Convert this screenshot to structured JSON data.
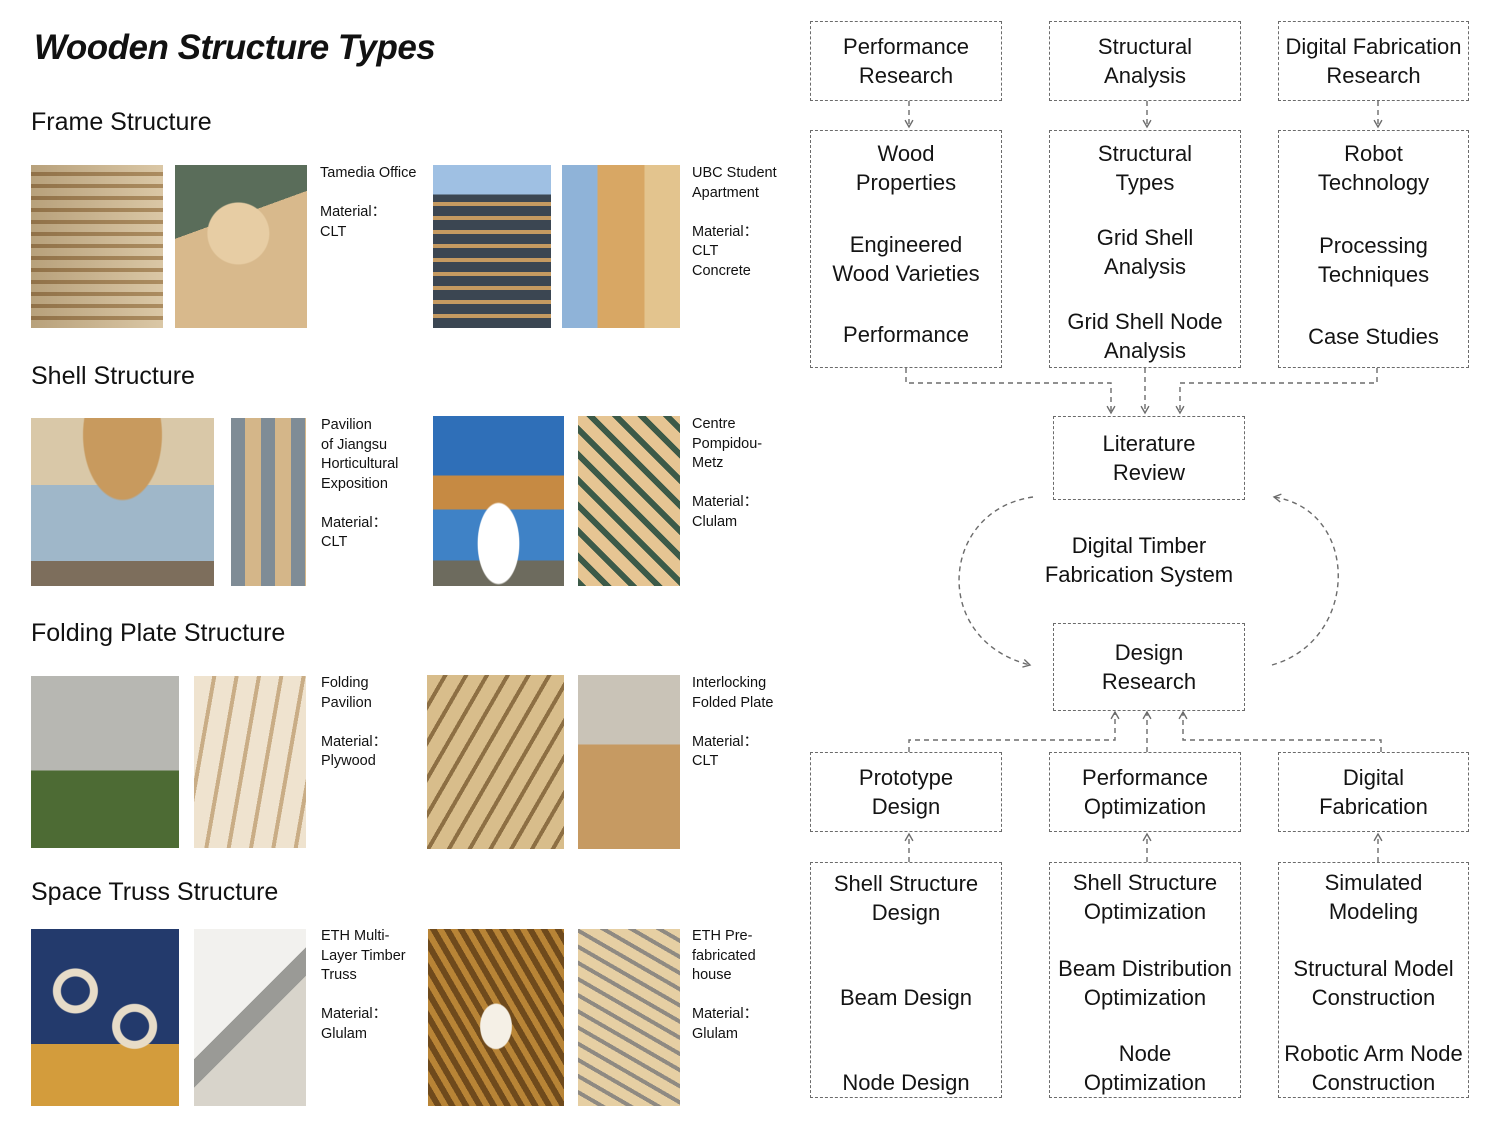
{
  "title": "Wooden Structure Types",
  "sections": [
    {
      "title": "Frame Structure",
      "groups": [
        {
          "caption": "Tamedia Office\n\nMaterial：\nCLT"
        },
        {
          "caption": "UBC Student\nApartment\n\nMaterial：\nCLT\nConcrete"
        }
      ]
    },
    {
      "title": "Shell Structure",
      "groups": [
        {
          "caption": "Pavilion\nof Jiangsu\nHorticultural\nExposition\n\nMaterial：\nCLT"
        },
        {
          "caption": "Centre\nPompidou-\nMetz\n\nMaterial：\nClulam"
        }
      ]
    },
    {
      "title": "Folding Plate Structure",
      "groups": [
        {
          "caption": "Folding\nPavilion\n\nMaterial：\nPlywood"
        },
        {
          "caption": "Interlocking\nFolded Plate\n\nMaterial：\nCLT"
        }
      ]
    },
    {
      "title": "Space Truss Structure",
      "groups": [
        {
          "caption": "ETH Multi-\nLayer Timber\nTruss\n\nMaterial：\nGlulam"
        },
        {
          "caption": "ETH Pre-\nfabricated\nhouse\n\nMaterial：\nGlulam"
        }
      ]
    }
  ],
  "diagram": {
    "top_headers": [
      "Performance\nResearch",
      "Structural\nAnalysis",
      "Digital Fabrication\nResearch"
    ],
    "top_details": [
      [
        "Wood\nProperties",
        "Engineered\nWood Varieties",
        "Performance"
      ],
      [
        "Structural\nTypes",
        "Grid Shell\nAnalysis",
        "Grid Shell Node\nAnalysis"
      ],
      [
        "Robot\nTechnology",
        "Processing\nTechniques",
        "Case Studies"
      ]
    ],
    "literature_review": "Literature\nReview",
    "center_label": "Digital Timber\nFabrication System",
    "design_research": "Design\nResearch",
    "bottom_headers": [
      "Prototype\nDesign",
      "Performance\nOptimization",
      "Digital\nFabrication"
    ],
    "bottom_details": [
      [
        "Shell Structure\nDesign",
        "Beam Design",
        "Node Design"
      ],
      [
        "Shell Structure\nOptimization",
        "Beam Distribution\nOptimization",
        "Node\nOptimization"
      ],
      [
        "Simulated\nModeling",
        "Structural Model\nConstruction",
        "Robotic Arm Node\nConstruction"
      ]
    ],
    "line_color": "#6b6b6b"
  }
}
